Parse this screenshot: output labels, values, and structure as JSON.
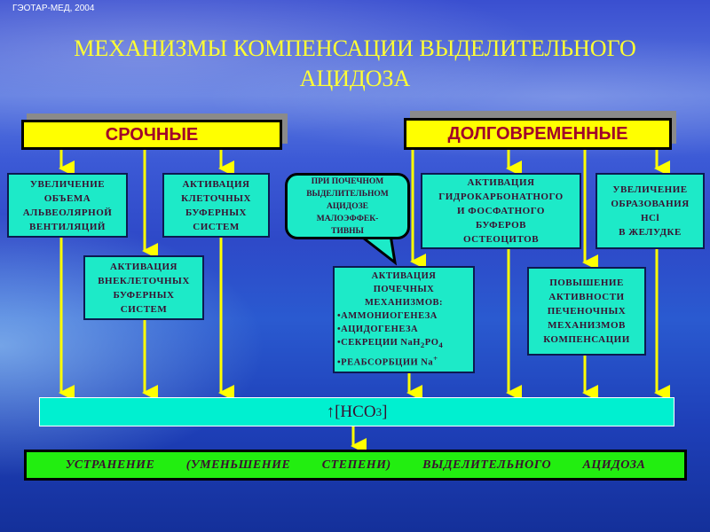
{
  "credit": "ГЭОТАР-МЕД, 2004",
  "title": {
    "line1": "МЕХАНИЗМЫ КОМПЕНСАЦИИ ВЫДЕЛИТЕЛЬНОГО",
    "line2": "АЦИДОЗА"
  },
  "headers": {
    "urgent": "СРОЧНЫЕ",
    "long_term": "ДОЛГОВРЕМЕННЫЕ"
  },
  "boxes": {
    "alveolar": [
      "УВЕЛИЧЕНИЕ",
      "ОБЪЕМА",
      "АЛЬВЕОЛЯРНОЙ",
      "ВЕНТИЛЯЦИЙ"
    ],
    "cellular": [
      "АКТИВАЦИЯ",
      "КЛЕТОЧНЫХ",
      "БУФЕРНЫХ",
      "СИСТЕМ"
    ],
    "extracellular": [
      "АКТИВАЦИЯ",
      "ВНЕКЛЕТОЧНЫХ",
      "БУФЕРНЫХ",
      "СИСТЕМ"
    ],
    "callout": [
      "ПРИ ПОЧЕЧНОМ",
      "ВЫДЕЛИТЕЛЬНОМ",
      "АЦИДОЗЕ",
      "МАЛОЭФФЕК-",
      "ТИВНЫ"
    ],
    "renal": {
      "lines": [
        "АКТИВАЦИЯ",
        "ПОЧЕЧНЫХ",
        "МЕХАНИЗМОВ:"
      ],
      "items": [
        "•АММОНИОГЕНЕЗА",
        "•АЦИДОГЕНЕЗА"
      ],
      "secretion": "•СЕКРЕЦИИ NaH",
      "sec_sub1": "2",
      "sec_mid": "PO",
      "sec_sub2": "4",
      "reabsorption": "•РЕАБСОРБЦИИ Na",
      "reab_sup": "+"
    },
    "osteocytes": [
      "АКТИВАЦИЯ",
      "ГИДРОКАРБОНАТНОГО",
      "И ФОСФАТНОГО",
      "БУФЕРОВ",
      "ОСТЕОЦИТОВ"
    ],
    "hcl": [
      "УВЕЛИЧЕНИЕ",
      "ОБРАЗОВАНИЯ",
      "HCl",
      "В ЖЕЛУДКЕ"
    ],
    "liver": [
      "ПОВЫШЕНИЕ",
      "АКТИВНОСТИ",
      "ПЕЧЕНОЧНЫХ",
      "МЕХАНИЗМОВ",
      "КОМПЕНСАЦИИ"
    ]
  },
  "hco3": {
    "arrow": "↑",
    "text": "[HCO",
    "sub": "3",
    "suffix": "]"
  },
  "result": [
    "УСТРАНЕНИЕ",
    "(УМЕНЬШЕНИЕ",
    "СТЕПЕНИ)",
    "ВЫДЕЛИТЕЛЬНОГО",
    "АЦИДОЗА"
  ],
  "colors": {
    "box": "#1deac8",
    "header": "#ffff00",
    "arrow": "#ffff00",
    "result": "#22ee10"
  }
}
